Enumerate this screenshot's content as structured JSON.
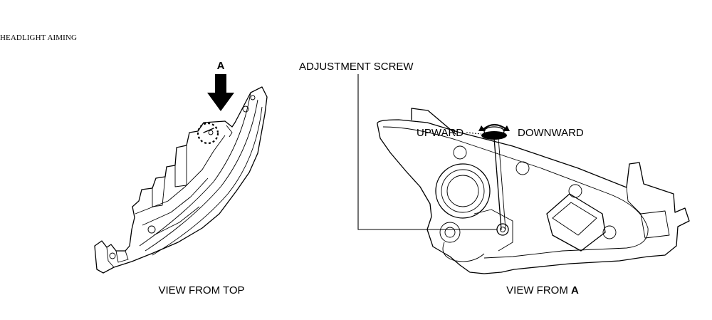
{
  "page": {
    "title": "HEADLIGHT AIMING"
  },
  "diagram": {
    "view_arrow_label": "A",
    "adjustment_label": "ADJUSTMENT SCREW",
    "upward_label": "UPWARD",
    "downward_label": "DOWNWARD",
    "caption_top": "VIEW FROM TOP",
    "caption_side_prefix": "VIEW FROM ",
    "caption_side_letter": "A"
  }
}
